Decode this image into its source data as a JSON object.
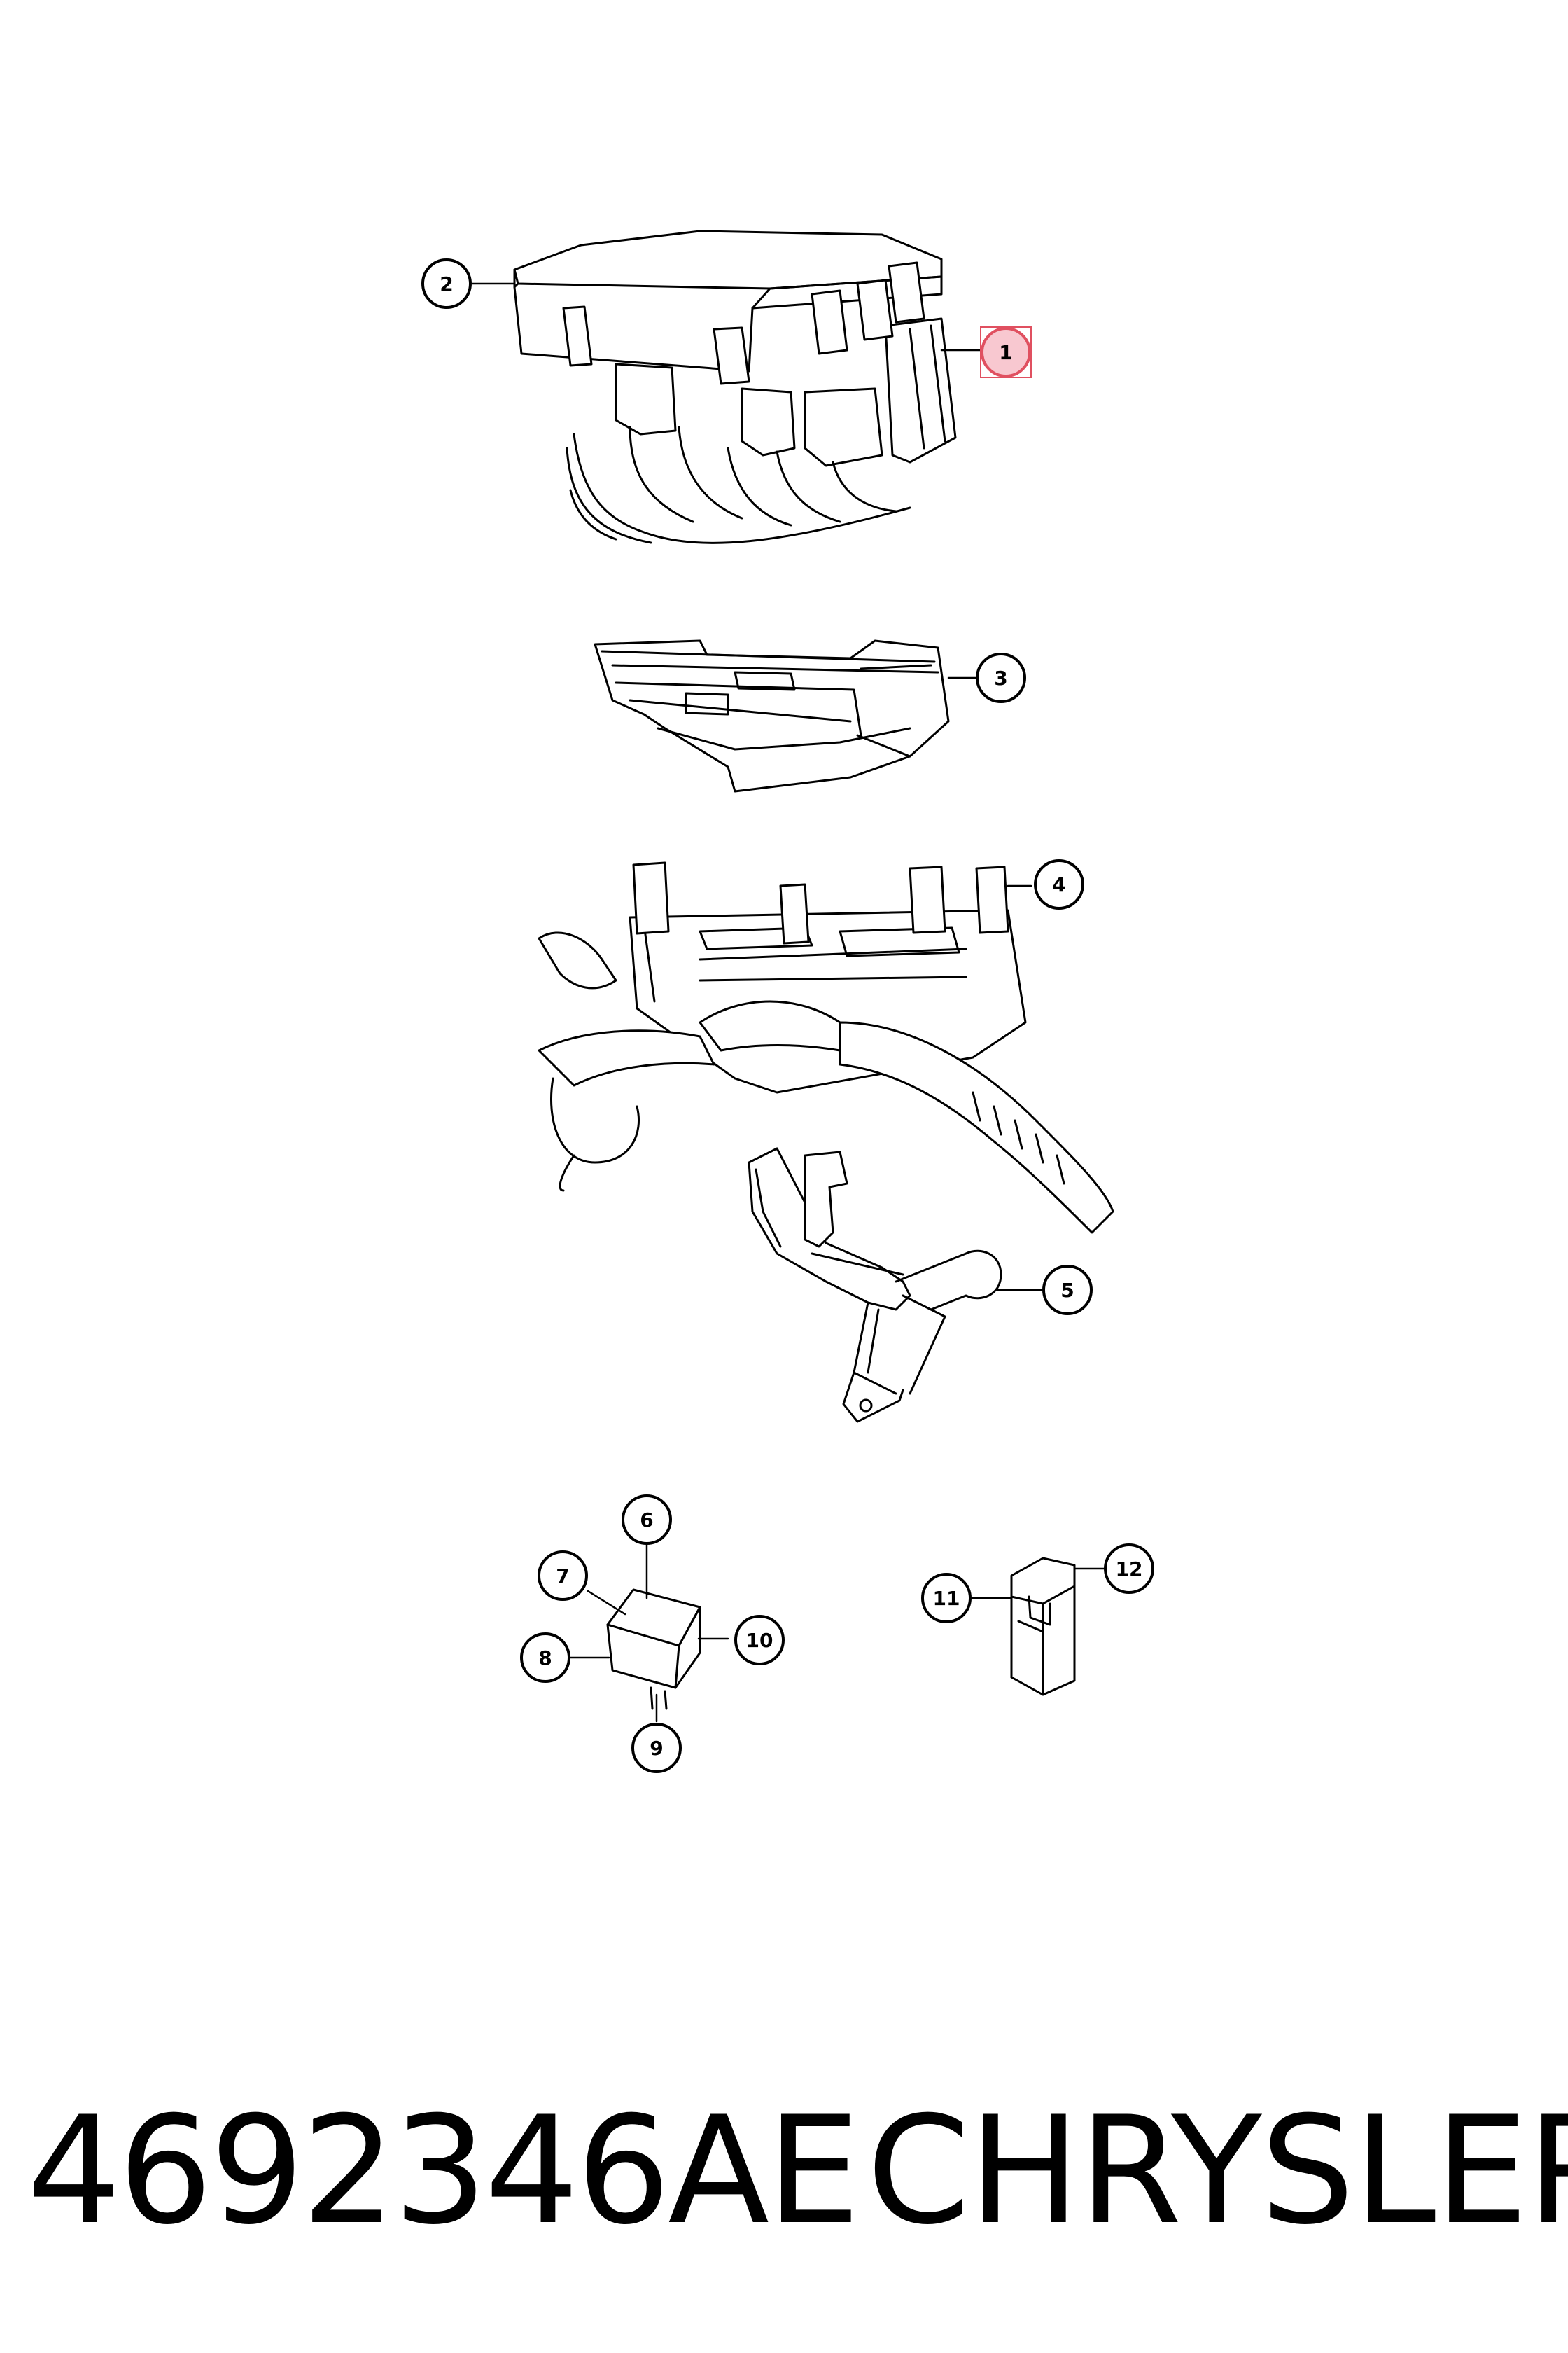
{
  "callouts": [
    {
      "id": "c1",
      "label": "1",
      "highlighted": true
    },
    {
      "id": "c2",
      "label": "2"
    },
    {
      "id": "c3",
      "label": "3"
    },
    {
      "id": "c4",
      "label": "4"
    },
    {
      "id": "c5",
      "label": "5"
    },
    {
      "id": "c6",
      "label": "6"
    },
    {
      "id": "c7",
      "label": "7"
    },
    {
      "id": "c8",
      "label": "8"
    },
    {
      "id": "c9",
      "label": "9"
    },
    {
      "id": "c10",
      "label": "10"
    },
    {
      "id": "c11",
      "label": "11"
    },
    {
      "id": "c12",
      "label": "12"
    }
  ],
  "footer": {
    "part_number": "4692346AE",
    "brand": "CHRYSLER"
  },
  "colors": {
    "line": "#000000",
    "highlight_fill": "#f8c8d0",
    "highlight_stroke": "#e05060",
    "background": "#ffffff"
  }
}
